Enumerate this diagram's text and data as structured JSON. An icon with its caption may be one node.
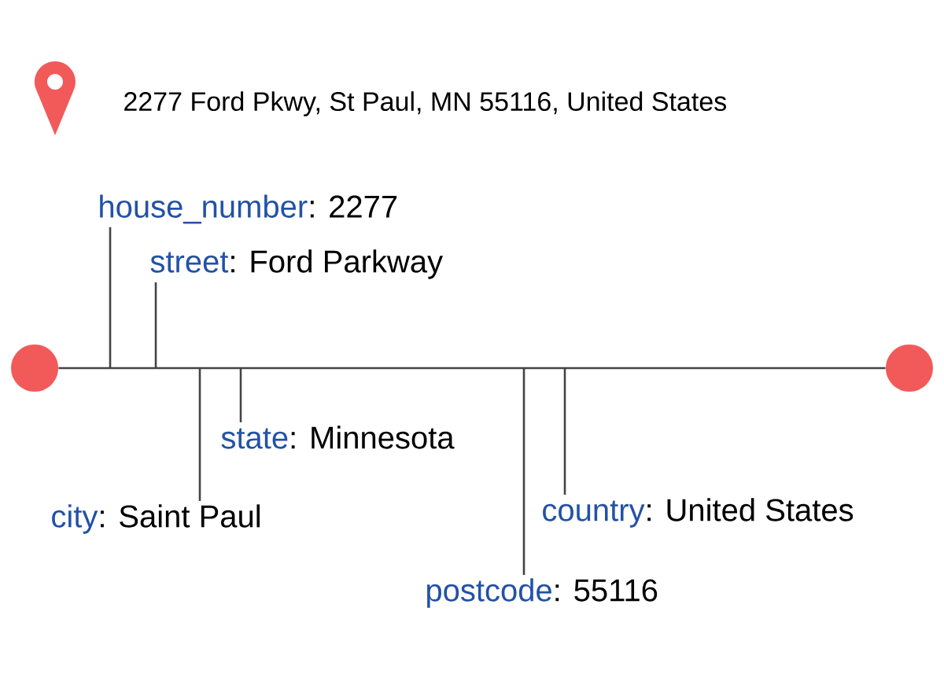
{
  "diagram": {
    "nodes": [
      {
        "text": [
          "house_number",
          ": 2277"
        ]
      },
      {
        "text": [
          "street",
          ": Ford Parkway"
        ]
      },
      {
        "text": [
          "state",
          ": Minnesota"
        ]
      },
      {
        "text": [
          "country",
          ": United States"
        ]
      },
      {
        "text": [
          "city",
          ": Saint Paul"
        ]
      },
      {
        "text": [
          "postcode",
          ": 55116"
        ]
      },
      {
        "text": [],
        "shape": "circle"
      },
      {
        "text": [],
        "shape": "circle"
      }
    ],
    "edges": [
      {
        "from": 6,
        "to": 7,
        "arrow": "none"
      },
      {
        "from": 0,
        "to": null,
        "arrow": "none"
      },
      {
        "from": 1,
        "to": null,
        "arrow": "none"
      },
      {
        "from": 2,
        "to": null,
        "arrow": "none"
      },
      {
        "from": 3,
        "to": null,
        "arrow": "none"
      },
      {
        "from": 4,
        "to": null,
        "arrow": "none"
      },
      {
        "from": 5,
        "to": null,
        "arrow": "none"
      }
    ],
    "labels": [
      "2277 Ford Pkwy, St Paul, MN 55116, United States"
    ]
  }
}
